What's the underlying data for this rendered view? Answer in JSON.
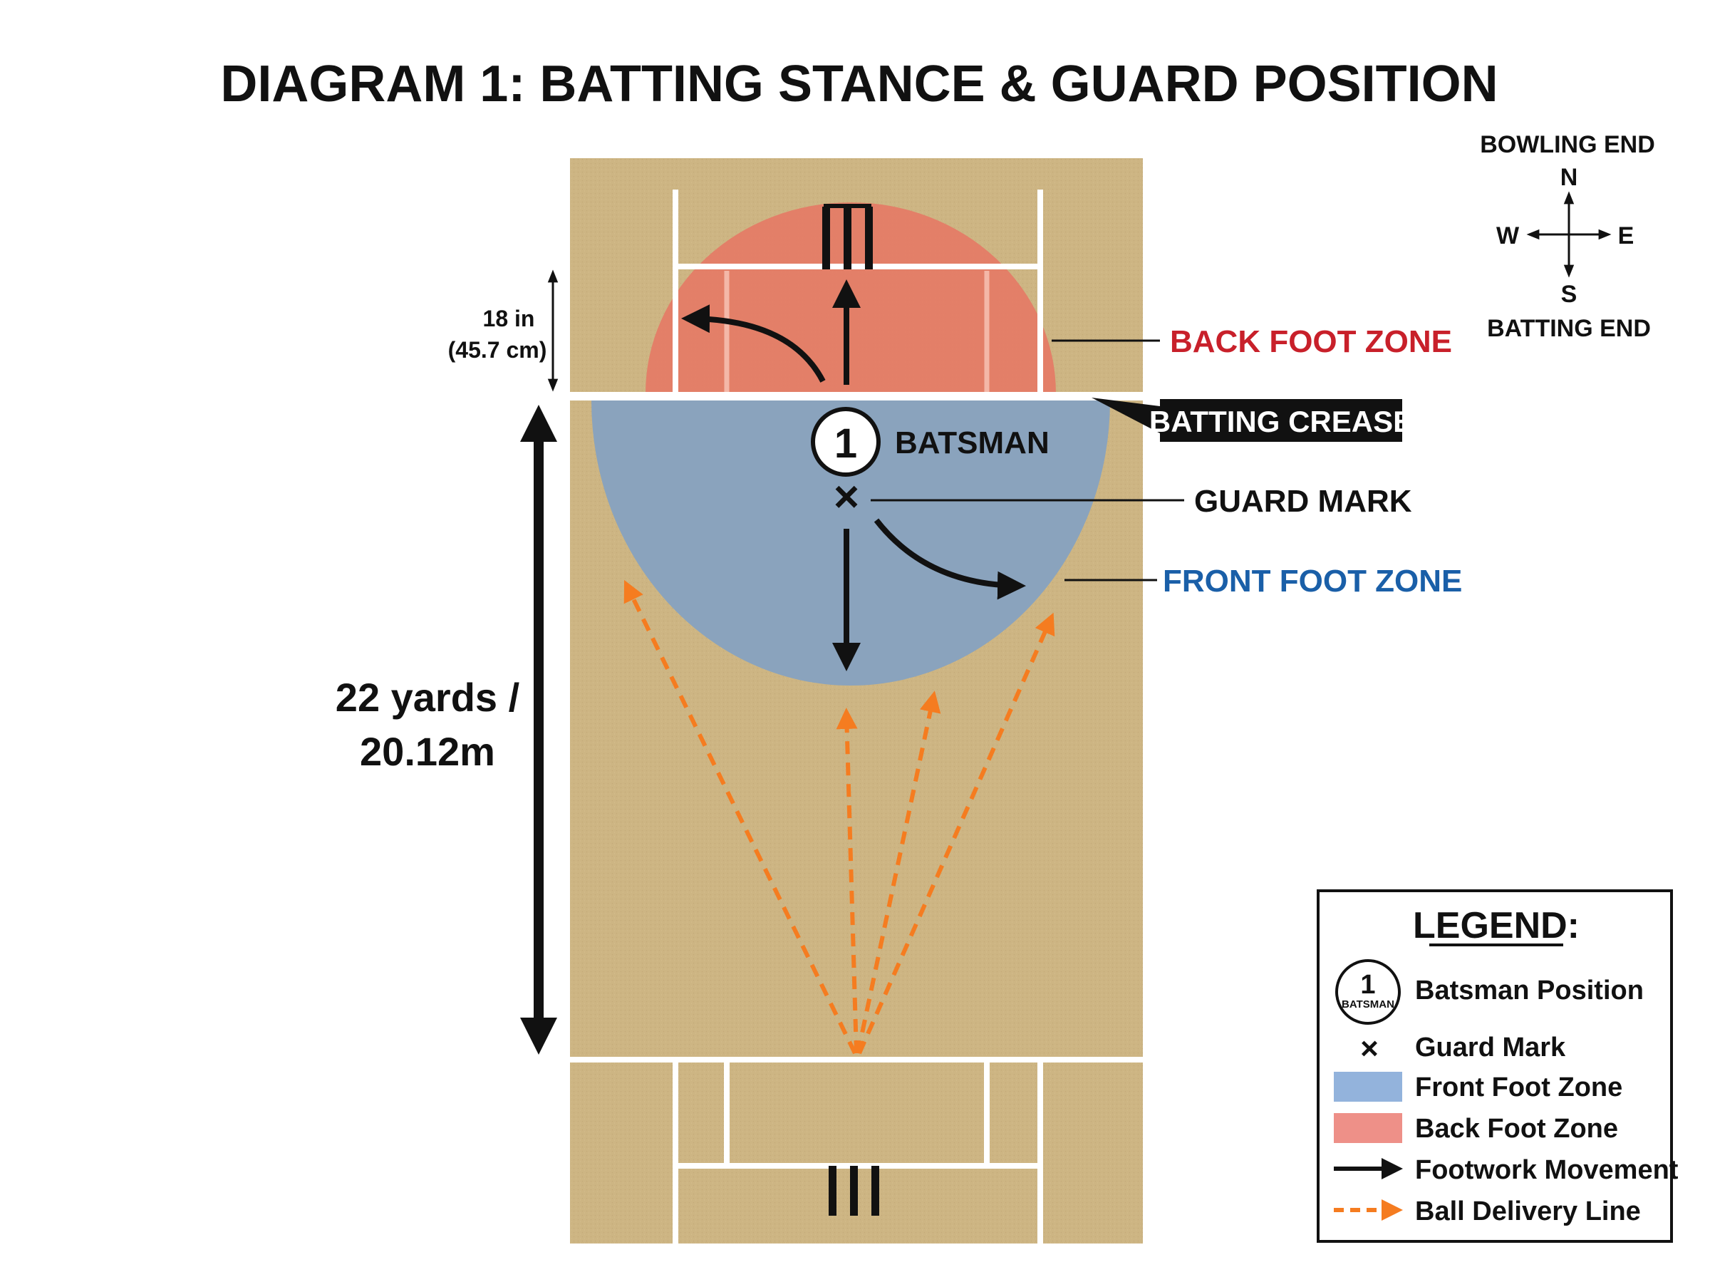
{
  "title": "DIAGRAM 1: BATTING STANCE & GUARD POSITION",
  "compass": {
    "top_label": "BOWLING END",
    "bottom_label": "BATTING END",
    "north": "N",
    "south": "S",
    "west": "W",
    "east": "E"
  },
  "pitch": {
    "crease_gap_label_line1": "18 in",
    "crease_gap_label_line2": "(45.7 cm)",
    "length_label_line1": "22 yards /",
    "length_label_line2": "20.12m"
  },
  "batsman": {
    "number": "1",
    "label": "BATSMAN"
  },
  "guard_mark_symbol": "×",
  "callouts": {
    "back_foot_zone": "BACK FOOT ZONE",
    "batting_crease": "BATTING CREASE",
    "guard_mark": "GUARD MARK",
    "front_foot_zone": "FRONT FOOT ZONE"
  },
  "legend": {
    "heading": "LEGEND:",
    "badge_number": "1",
    "badge_text": "BATSMAN",
    "items": [
      "Batsman Position",
      "Guard Mark",
      "Front Foot Zone",
      "Back Foot Zone",
      "Footwork Movement",
      "Ball Delivery Line"
    ]
  },
  "colors": {
    "pitch": "#cdb583",
    "back_foot_zone": "#e57b66",
    "front_foot_zone": "#8aa3bd",
    "back_foot_label": "#c8202a",
    "front_foot_label": "#1a5fa8",
    "delivery_line": "#f57c20",
    "legend_front_swatch": "#93b3dc",
    "legend_back_swatch": "#ee9088"
  }
}
